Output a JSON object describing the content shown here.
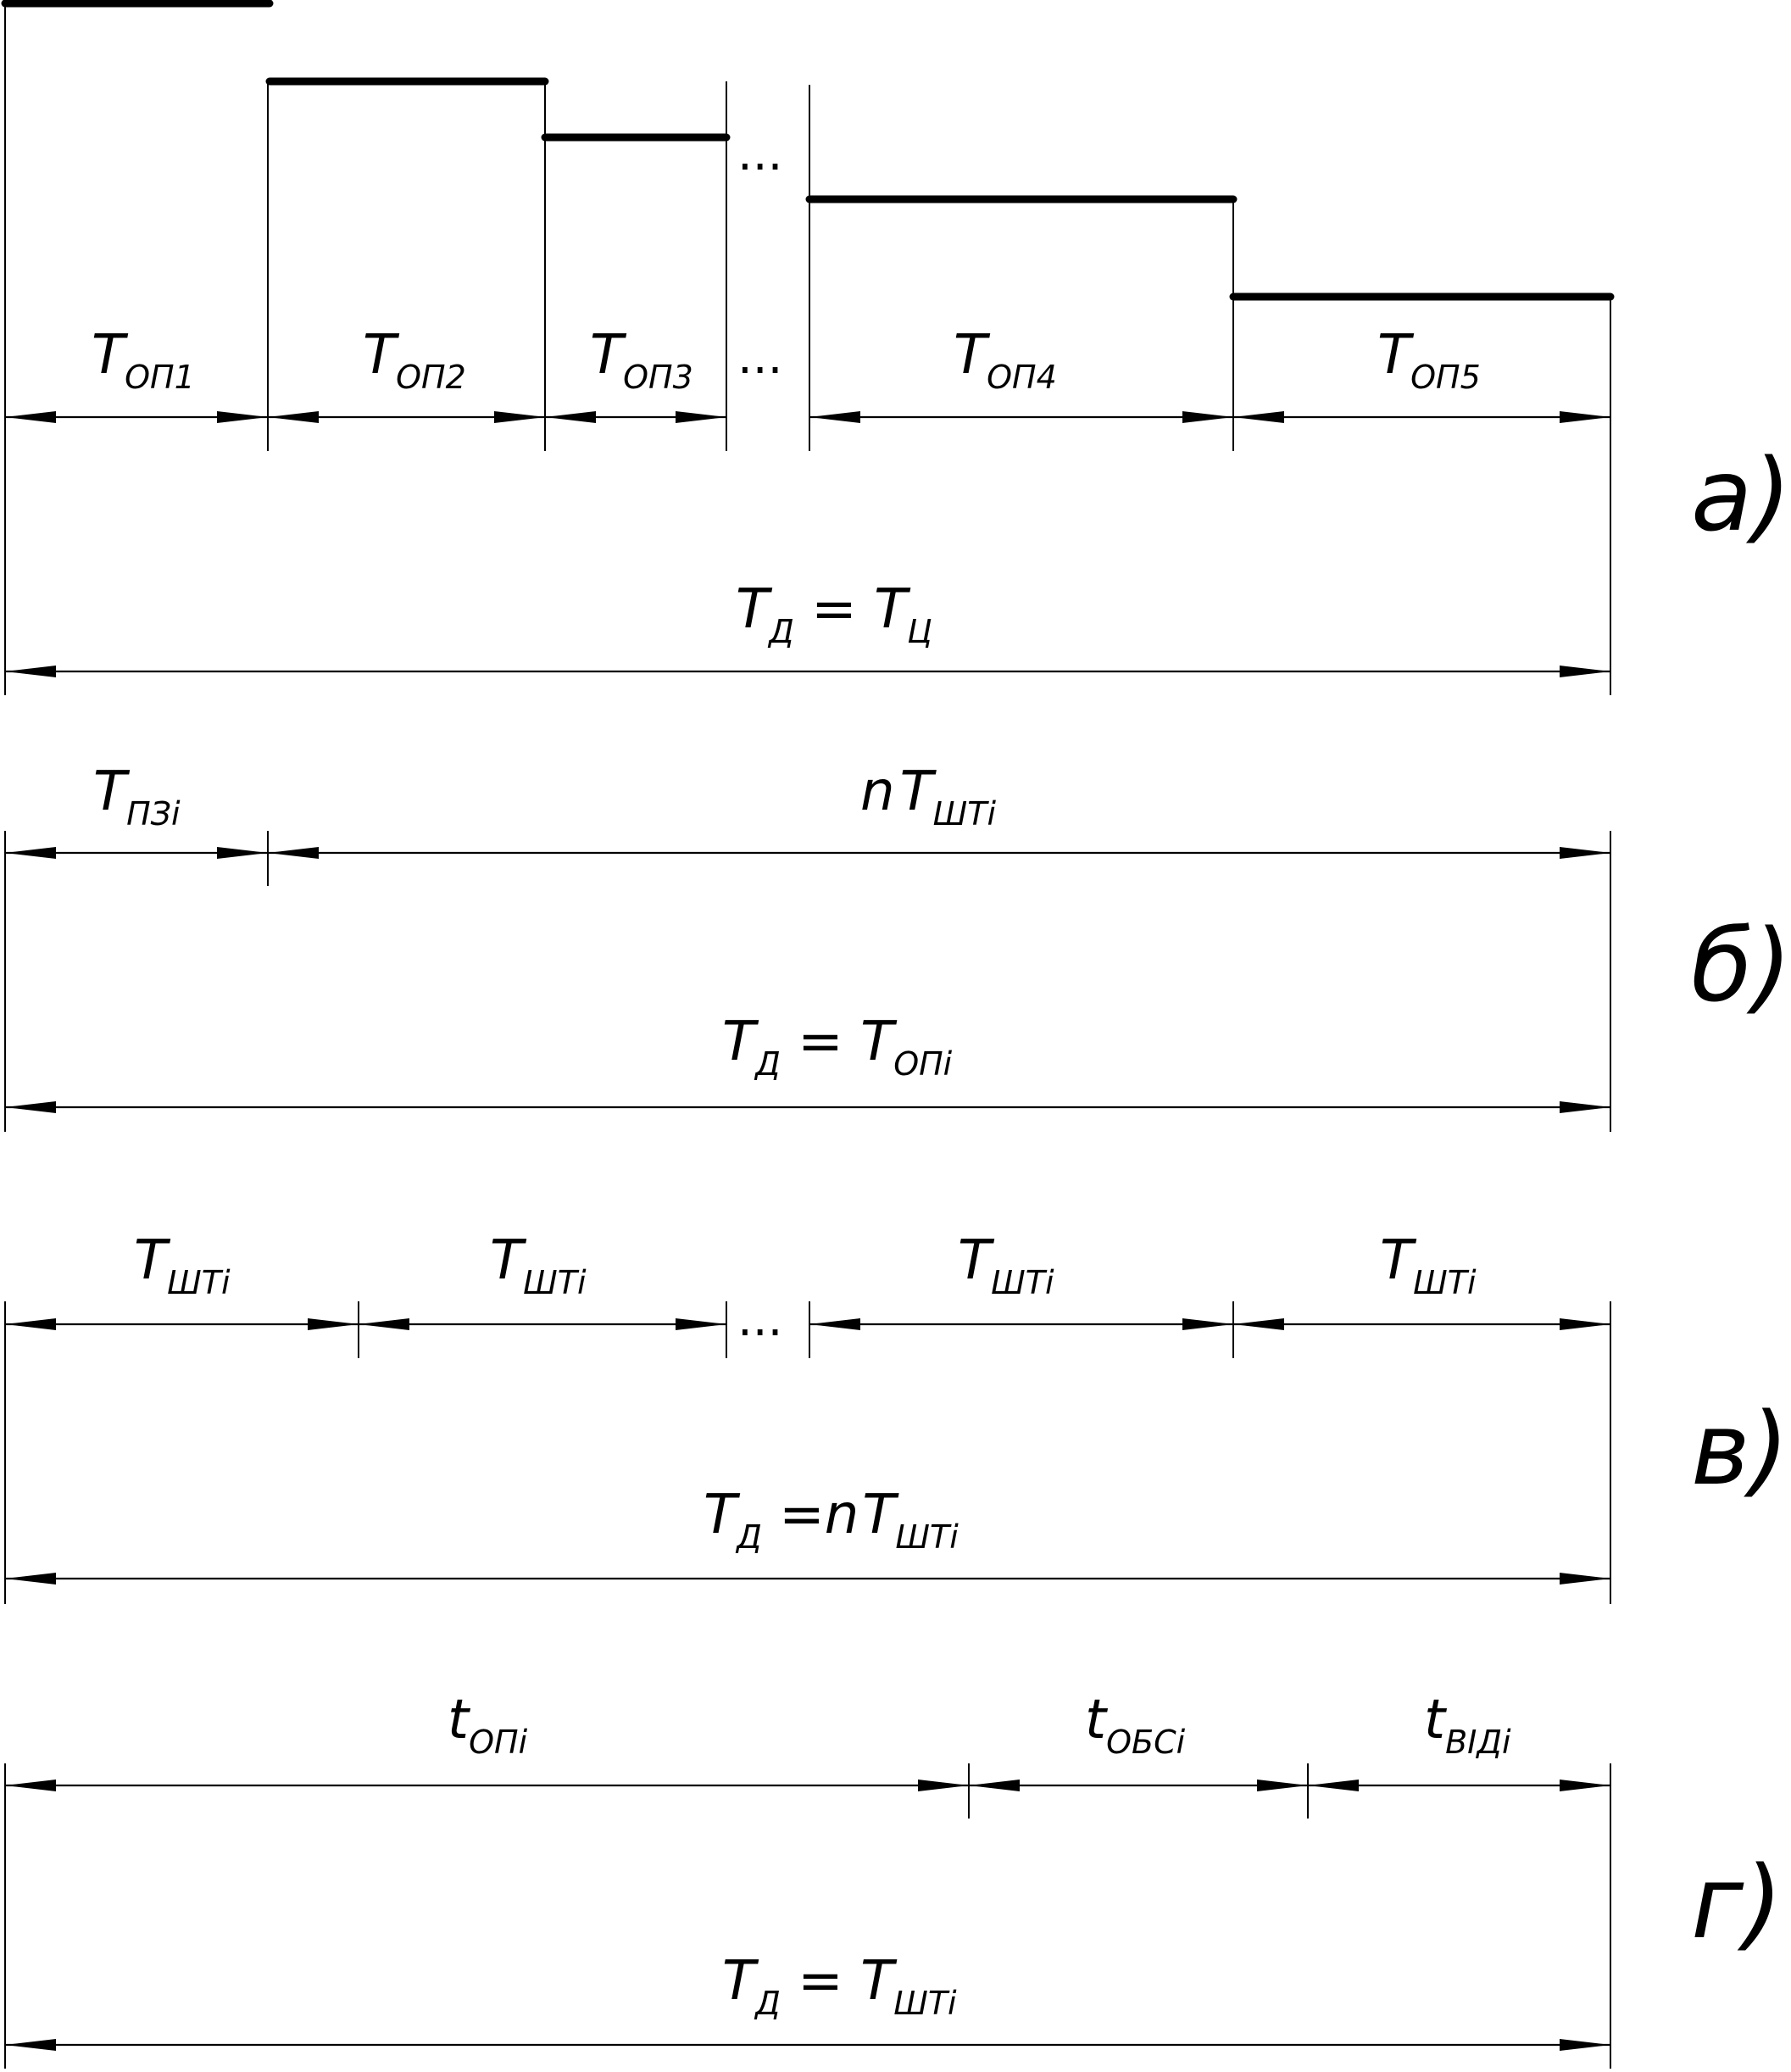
{
  "panel_a": {
    "letter": "а)",
    "segments": [
      {
        "T": "T",
        "sub": "ОП1"
      },
      {
        "T": "T",
        "sub": "ОП2"
      },
      {
        "T": "T",
        "sub": "ОП3"
      },
      {
        "T": "T",
        "sub": "ОП4"
      },
      {
        "T": "T",
        "sub": "ОП5"
      }
    ],
    "ellipsis": "...",
    "total": {
      "t1": "T",
      "s1": "Д",
      "eq": " = ",
      "t2": "T",
      "s2": "Ц"
    }
  },
  "panel_b": {
    "letter": "б)",
    "left": {
      "T": "T",
      "sub": "ПЗі"
    },
    "right": {
      "pre": "n",
      "T": "T",
      "sub": "ШТі"
    },
    "total": {
      "t1": "T",
      "s1": "Д",
      "eq": " = ",
      "t2": "T",
      "s2": "ОПі"
    }
  },
  "panel_c": {
    "letter": "в)",
    "segments": [
      {
        "T": "T",
        "sub": "ШТі"
      },
      {
        "T": "T",
        "sub": "ШТі"
      },
      {
        "T": "T",
        "sub": "ШТі"
      },
      {
        "T": "T",
        "sub": "ШТі"
      }
    ],
    "ellipsis": "...",
    "total": {
      "t1": "T",
      "s1": "Д",
      "eq": " =",
      "pre": "n",
      "t2": "T",
      "s2": "ШТі"
    }
  },
  "panel_d": {
    "letter": "г)",
    "segments": [
      {
        "T": "t",
        "sub": "ОПі"
      },
      {
        "T": "t",
        "sub": "ОБСі"
      },
      {
        "T": "t",
        "sub": "ВІДі"
      }
    ],
    "total": {
      "t1": "T",
      "s1": "Д",
      "eq": " = ",
      "t2": "T",
      "s2": "ШТі"
    }
  }
}
